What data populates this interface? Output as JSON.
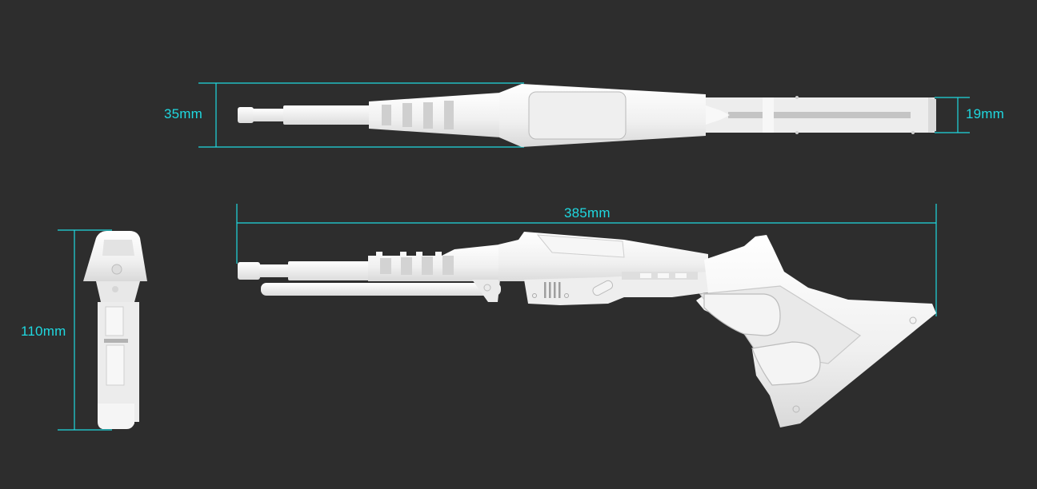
{
  "colors": {
    "background": "#2d2d2d",
    "accent": "#1fd8e0",
    "model": "#f2f2f2",
    "model_shade": "#d6d6d6",
    "model_dark": "#b9b9b9"
  },
  "views": {
    "top_view": {
      "dimension_height": "35mm",
      "dimension_rear_height": "19mm"
    },
    "side_view": {
      "dimension_length": "385mm"
    },
    "rear_view": {
      "dimension_height": "110mm"
    }
  }
}
